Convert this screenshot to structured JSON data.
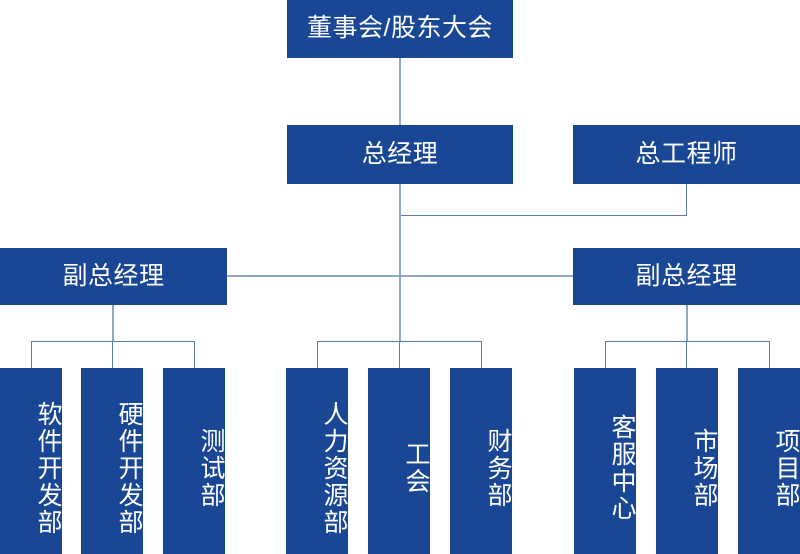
{
  "diagram": {
    "title": "Company Organizational Chart",
    "colors": {
      "box_fill": "#1A4795",
      "box_text": "#FFFFFF",
      "connector": "#8FA8C8",
      "connector_dark": "#5A7CA8",
      "background": "#FFFFFF"
    },
    "levels": {
      "level1": {
        "board": {
          "label": "董事会/股东大会"
        }
      },
      "level2": {
        "general_manager": {
          "label": "总经理"
        },
        "chief_engineer": {
          "label": "总工程师"
        }
      },
      "level3": {
        "deputy_left": {
          "label": "副总经理"
        },
        "deputy_right": {
          "label": "副总经理"
        }
      },
      "level4": {
        "left_group": [
          {
            "label": "软件开发部"
          },
          {
            "label": "硬件开发部"
          },
          {
            "label": "测试部"
          }
        ],
        "middle_group": [
          {
            "label": "人力资源部"
          },
          {
            "label": "工会"
          },
          {
            "label": "财务部"
          }
        ],
        "right_group": [
          {
            "label": "客服中心"
          },
          {
            "label": "市场部"
          },
          {
            "label": "项目部"
          }
        ]
      }
    }
  }
}
